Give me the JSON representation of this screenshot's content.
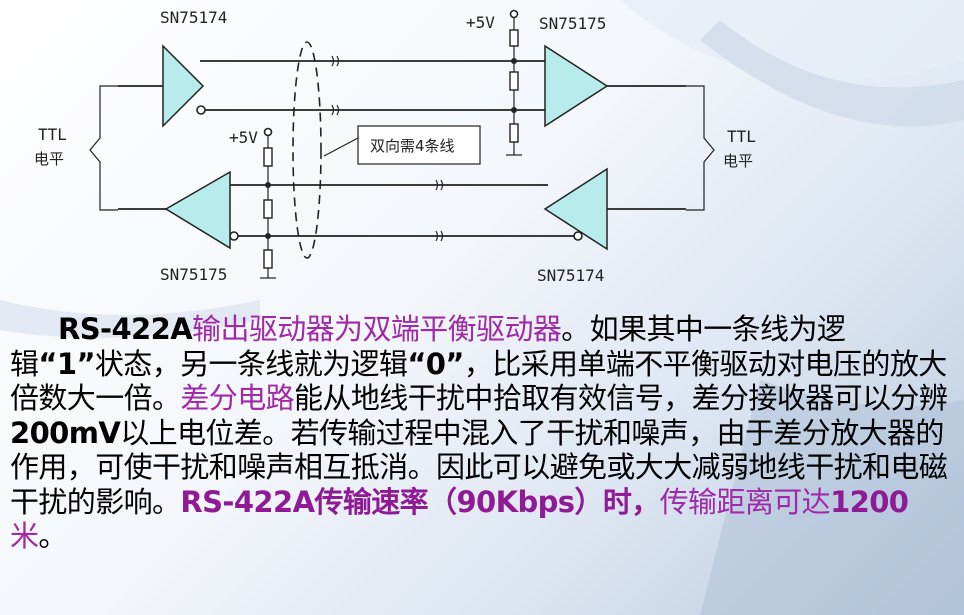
{
  "diagram": {
    "top_left_chip": "SN75174",
    "top_right_chip": "SN75175",
    "bottom_left_chip": "SN75175",
    "bottom_right_chip": "SN75174",
    "vcc_top": "+5V",
    "vcc_bottom": "+5V",
    "left_side_label": [
      "TTL",
      "电平"
    ],
    "right_side_label": [
      "TTL",
      "电平"
    ],
    "callout": "双向需4条线"
  },
  "paragraph": {
    "segments": [
      {
        "text": "RS-422A",
        "style": "bold"
      },
      {
        "text": "输出驱动器为双端平衡驱动器",
        "style": "accent"
      },
      {
        "text": "。如果其中一条线为逻辑",
        "style": "plain"
      },
      {
        "text": "“1”",
        "style": "bold"
      },
      {
        "text": "状态，另一条线就为逻辑",
        "style": "plain"
      },
      {
        "text": "“0”",
        "style": "bold"
      },
      {
        "text": "，比采用单端不平衡驱动对电压的放大倍数大一倍。",
        "style": "plain"
      },
      {
        "text": "差分电路",
        "style": "accent"
      },
      {
        "text": "能从地线干扰中拾取有效信号，差分接收器可以分辨",
        "style": "plain"
      },
      {
        "text": "200mV",
        "style": "bold"
      },
      {
        "text": "以上电位差。若传输过程中混入了干扰和噪声，由于差分放大器的作用，可使干扰和噪声相互抵消。因此可以避免或大大减弱地线干扰和电磁干扰的影响。",
        "style": "plain"
      },
      {
        "text": "RS-422A传输速率（90Kbps）时，",
        "style": "accent-bold"
      },
      {
        "text": "传输距离可达",
        "style": "accent"
      },
      {
        "text": "1200",
        "style": "accent-bold"
      },
      {
        "text": "米",
        "style": "accent"
      },
      {
        "text": "。",
        "style": "plain"
      }
    ]
  }
}
